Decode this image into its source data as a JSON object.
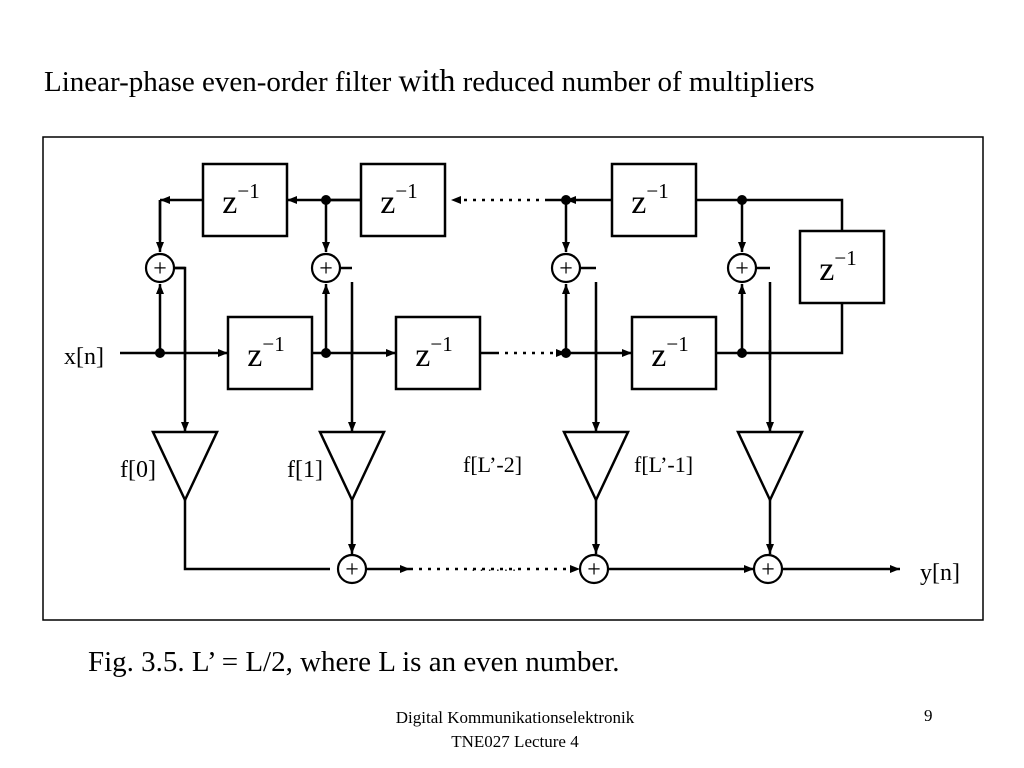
{
  "slide": {
    "title_part1": "Linear-phase even-order filter ",
    "title_part2": "with",
    "title_part3": " reduced number of multipliers",
    "caption": "Fig. 3.5.  L’ = L/2, where L is an even number.",
    "footer_line1": "Digital Kommunikationselektronik",
    "footer_line2": "TNE027 Lecture 4",
    "page_number": "9"
  },
  "diagram": {
    "delay_base": "z",
    "delay_exp": "−1",
    "adder_symbol": "+",
    "input_label": "x[n]",
    "output_label": "y[n]",
    "coeff_labels": [
      "f[0]",
      "f[1]",
      "f[L’-2]",
      "f[L’-1]"
    ],
    "ellipsis": "· · · · · ·"
  }
}
